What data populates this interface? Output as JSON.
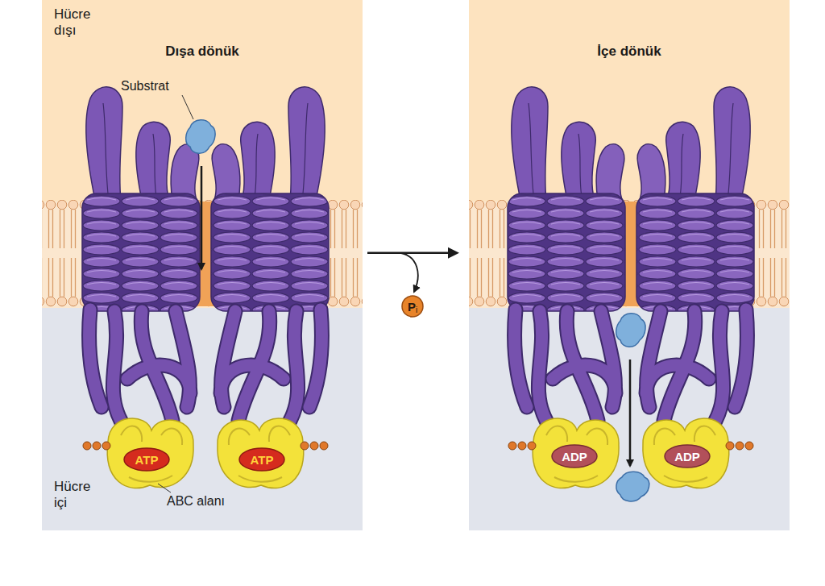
{
  "diagram": {
    "nodes": [
      {
        "text": [
          "Dışa dönük"
        ]
      },
      {
        "text": [
          "ATP"
        ],
        "in": 0
      },
      {
        "text": [
          "ATP"
        ],
        "in": 0
      },
      {
        "text": [
          "İçe dönük"
        ]
      },
      {
        "text": [
          "ADP"
        ],
        "in": 3
      },
      {
        "text": [
          "ADP"
        ],
        "in": 3
      },
      {
        "text": [
          "P",
          "i"
        ]
      }
    ],
    "edges": [
      {
        "from": 0,
        "to": 3,
        "arrow": "to"
      }
    ],
    "labels": [
      "Hücre dışı",
      "Substrat",
      "Hücre içi",
      "ABC alanı"
    ]
  }
}
